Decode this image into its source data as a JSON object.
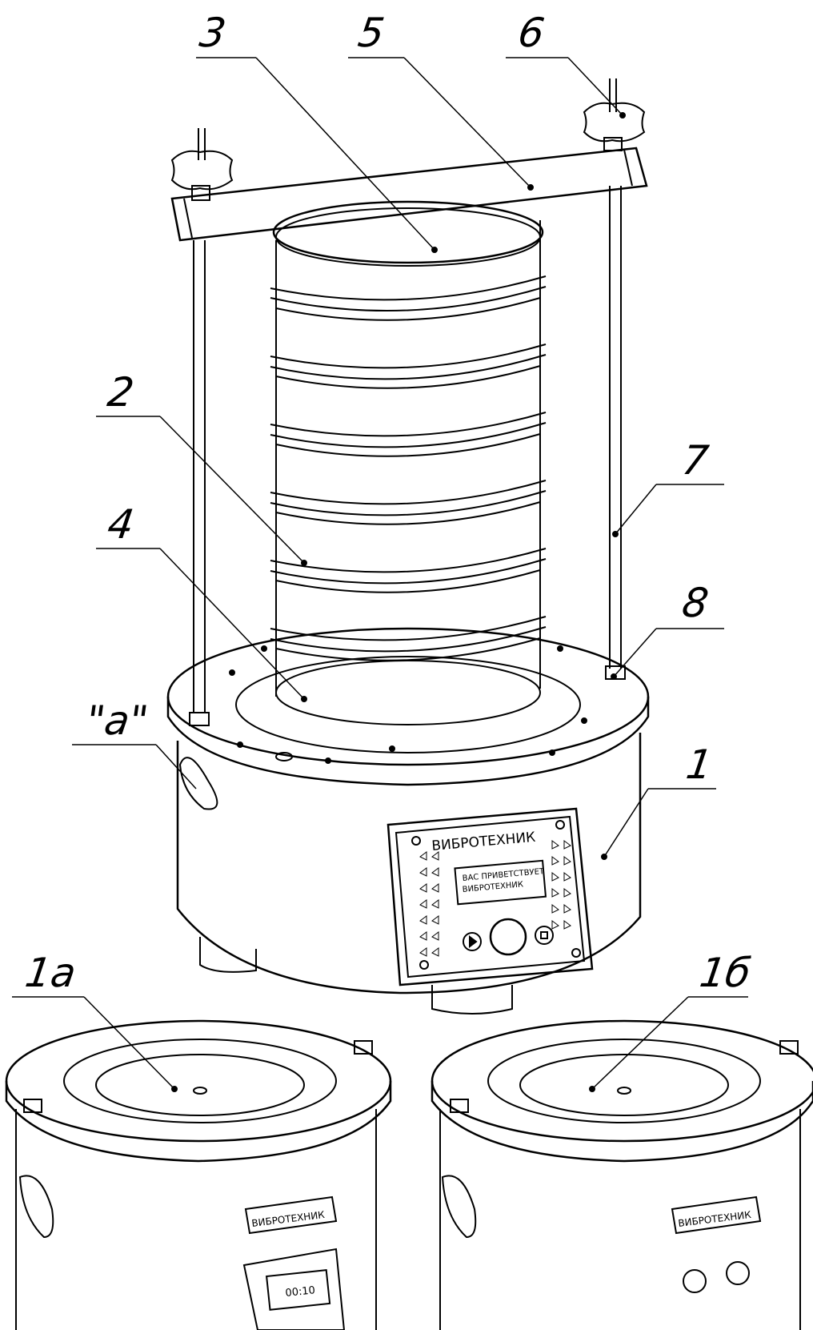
{
  "callouts": {
    "c1": "1",
    "c1a": "1а",
    "c1b": "1б",
    "c2": "2",
    "c3": "3",
    "c4": "4",
    "c5": "5",
    "c6": "6",
    "c7": "7",
    "c8": "8",
    "ca": "\"а\""
  },
  "brand": "ВИБРОТЕХНИК",
  "display_main": [
    "ВАС ПРИВЕТСТВУЕТ",
    "ВИБРОТЕХНИК"
  ],
  "display_small": "00:10",
  "colors": {
    "line": "#000000",
    "background": "#ffffff"
  }
}
